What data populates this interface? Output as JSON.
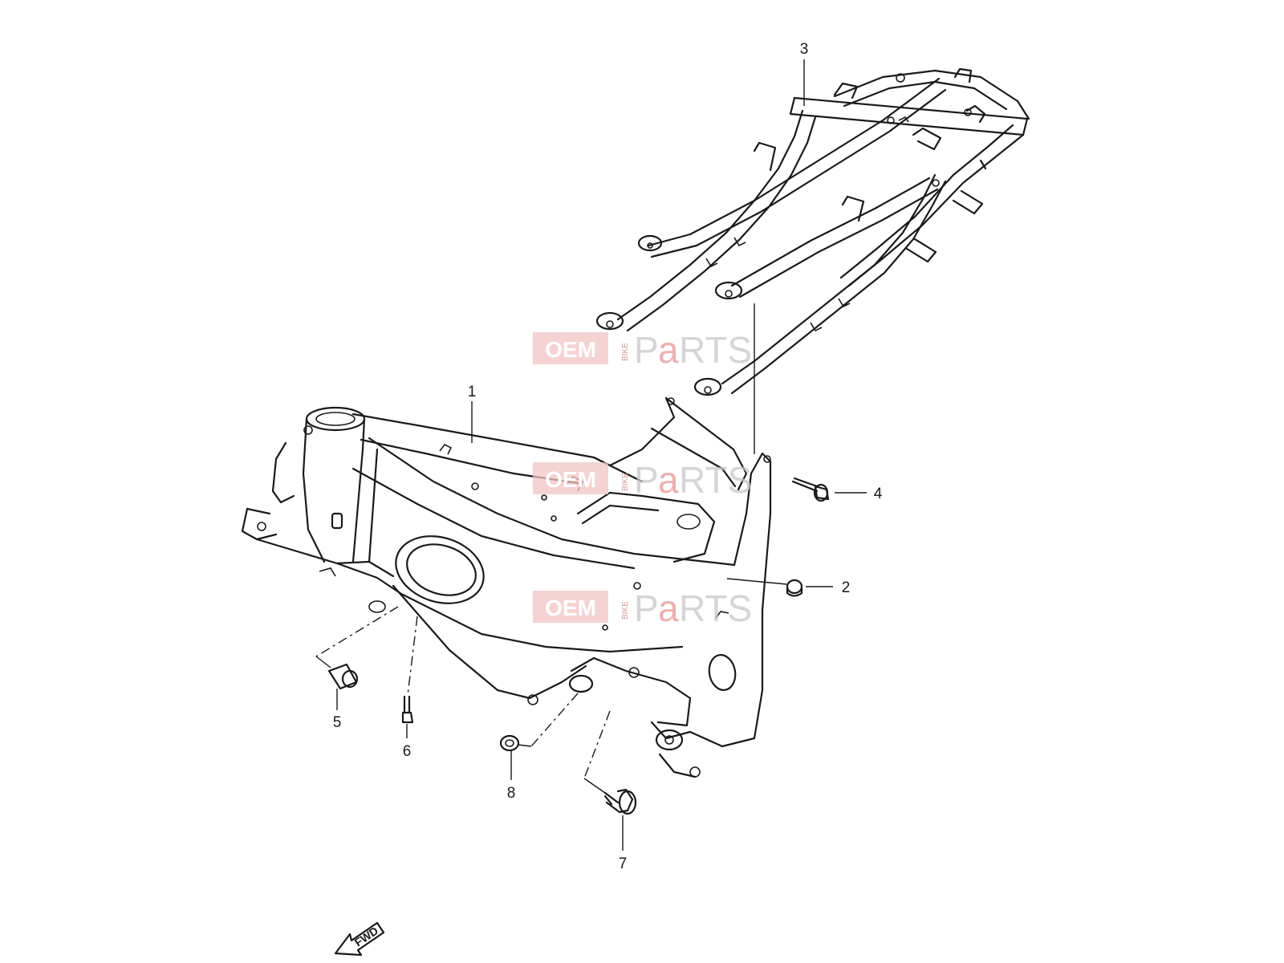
{
  "callouts": [
    {
      "id": "1",
      "label": "1"
    },
    {
      "id": "2",
      "label": "2"
    },
    {
      "id": "3",
      "label": "3"
    },
    {
      "id": "4",
      "label": "4"
    },
    {
      "id": "5",
      "label": "5"
    },
    {
      "id": "6",
      "label": "6"
    },
    {
      "id": "7",
      "label": "7"
    },
    {
      "id": "8",
      "label": "8"
    }
  ],
  "watermark": {
    "oem": "OEM",
    "bike": "BIKE",
    "p": "P",
    "a": "a",
    "rts": "RTS",
    "box_color": "#f2c4c4"
  },
  "fwd_label": "FWD"
}
